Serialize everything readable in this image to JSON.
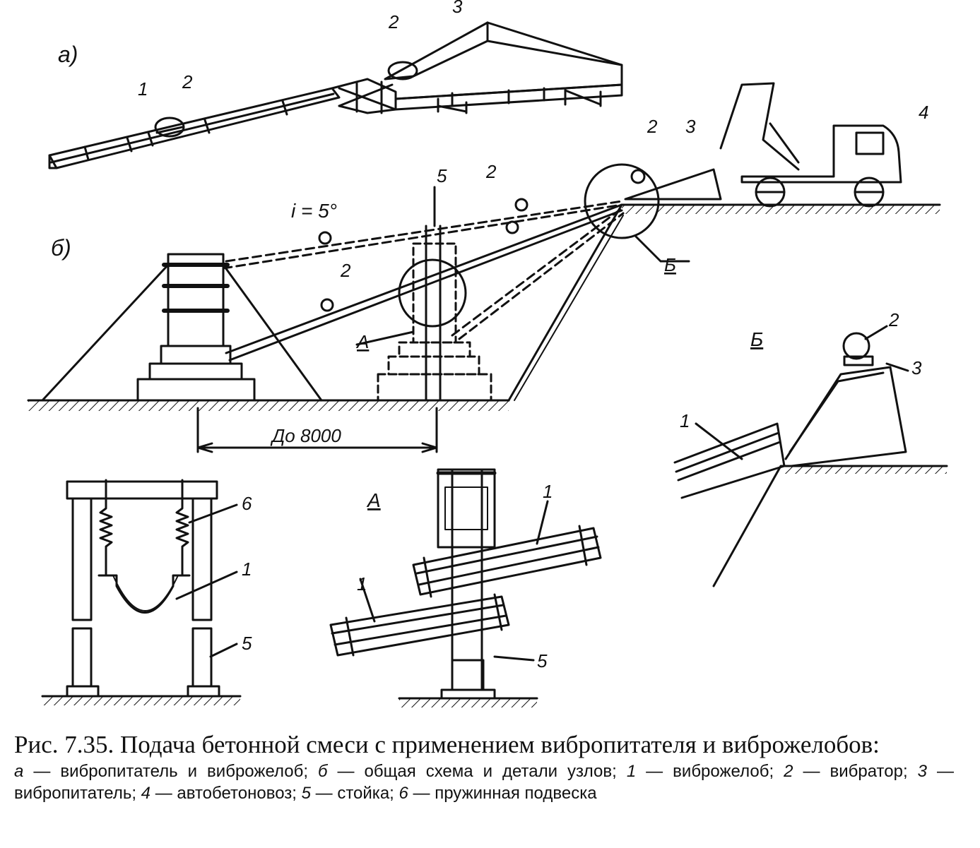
{
  "figure": {
    "panel_a_label": "а)",
    "panel_b_label": "б)",
    "slope_label": "i = 5°",
    "dimension_label": "До 8000",
    "detail_a_label": "А",
    "detail_b_label": "Б",
    "callouts": {
      "n1": "1",
      "n2": "2",
      "n3": "3",
      "n4": "4",
      "n5": "5",
      "n6": "6"
    }
  },
  "caption": {
    "title": "Рис.  7.35. Подача бетонной смеси с применением вибропитателя и виброжелобов:",
    "legend": [
      {
        "key": "а",
        "text": "вибропитатель и виброжелоб;"
      },
      {
        "key": "б",
        "text": "общая схема и детали узлов;"
      },
      {
        "key": "1",
        "text": "виброжелоб;"
      },
      {
        "key": "2",
        "text": "вибратор;"
      },
      {
        "key": "3",
        "text": "вибропитатель;"
      },
      {
        "key": "4",
        "text": "автобетоновоз;"
      },
      {
        "key": "5",
        "text": "стойка;"
      },
      {
        "key": "6",
        "text": "пружинная подвеска"
      }
    ]
  }
}
